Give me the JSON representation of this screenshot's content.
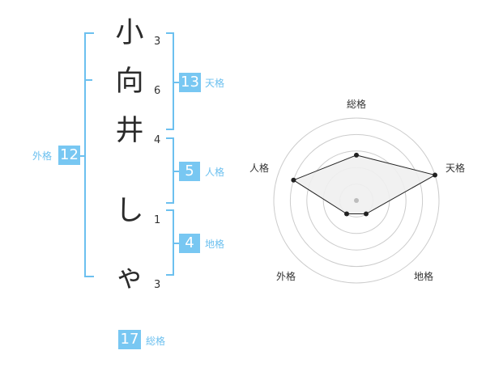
{
  "name": {
    "characters": [
      {
        "char": "小",
        "strokes": "3"
      },
      {
        "char": "向",
        "strokes": "6"
      },
      {
        "char": "井",
        "strokes": "4"
      },
      {
        "char": "し",
        "strokes": "1"
      },
      {
        "char": "ゃ",
        "strokes": "3"
      }
    ]
  },
  "fortunes": {
    "tenkaku": {
      "value": "13",
      "label": "天格"
    },
    "jinkaku": {
      "value": "5",
      "label": "人格"
    },
    "chikaku": {
      "value": "4",
      "label": "地格"
    },
    "gaikaku": {
      "value": "12",
      "label": "外格"
    },
    "soukaku": {
      "value": "17",
      "label": "総格"
    }
  },
  "radar": {
    "axes": [
      "総格",
      "天格",
      "地格",
      "外格",
      "人格"
    ],
    "values": [
      0.55,
      1.0,
      0.2,
      0.2,
      0.8
    ],
    "rings": 5,
    "colors": {
      "ring": "#cccccc",
      "fill": "#efefef",
      "line": "#222222",
      "center": "#bdbdbd"
    }
  },
  "colors": {
    "accent": "#78c7f2",
    "label": "#6cc0ef"
  }
}
